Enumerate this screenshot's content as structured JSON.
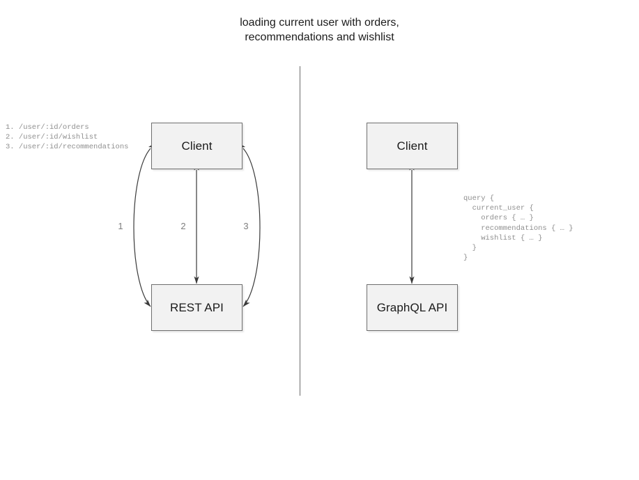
{
  "title": "loading current user with orders,\nrecommendations and wishlist",
  "divider": {
    "name": "vertical-divider",
    "color": "#6b6b6b"
  },
  "colors": {
    "box_fill": "#f2f2f2",
    "box_border": "#6e6e6e",
    "text": "#1b1b1b",
    "code_text": "#8f8f8f",
    "edge": "#3a3a3a",
    "edge_number": "#7d7d7d",
    "background": "#ffffff"
  },
  "rest_side": {
    "client_label": "Client",
    "api_label": "REST API",
    "endpoints": "1. /user/:id/orders\n2. /user/:id/wishlist\n3. /user/:id/recommendations",
    "endpoint_list": [
      {
        "number": "1.",
        "path": "/user/:id/orders"
      },
      {
        "number": "2.",
        "path": "/user/:id/wishlist"
      },
      {
        "number": "3.",
        "path": "/user/:id/recommendations"
      }
    ],
    "edges": [
      {
        "label": "1",
        "shape": "curve-left",
        "direction": "bidirectional"
      },
      {
        "label": "2",
        "shape": "straight",
        "direction": "bidirectional"
      },
      {
        "label": "3",
        "shape": "curve-right",
        "direction": "bidirectional"
      }
    ]
  },
  "graphql_side": {
    "client_label": "Client",
    "api_label": "GraphQL API",
    "query": "query {\n  current_user {\n    orders { … }\n    recommendations { … }\n    wishlist { … }\n  }\n}",
    "query_lines": [
      "query {",
      "  current_user {",
      "    orders { … }",
      "    recommendations { … }",
      "    wishlist { … }",
      "  }",
      "}"
    ],
    "edges": [
      {
        "label": "",
        "shape": "straight",
        "direction": "bidirectional"
      }
    ]
  }
}
